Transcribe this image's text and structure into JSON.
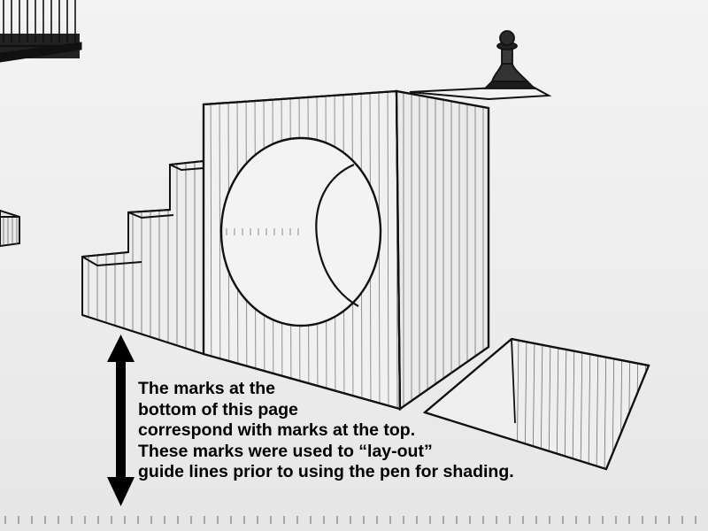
{
  "caption": {
    "lines": [
      "The marks at the",
      "bottom of this page",
      "correspond with marks at the top.",
      "These marks were used to “lay-out”",
      "guide lines prior to using the pen for shading."
    ]
  },
  "colors": {
    "paper": "#efefef",
    "ink": "#111111",
    "text": "#000000"
  },
  "icons": {
    "arrow": "double-headed-vertical-arrow"
  }
}
